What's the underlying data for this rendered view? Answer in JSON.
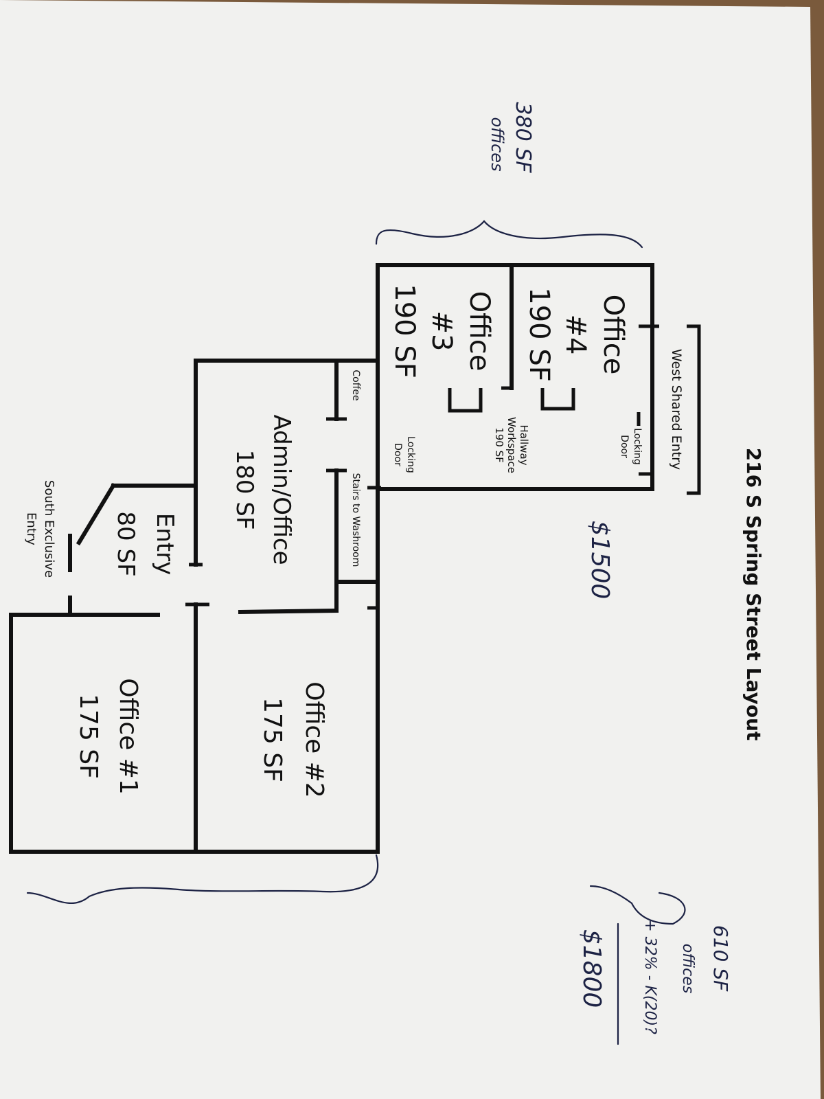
{
  "sheet": {
    "title": "216 S Spring Street Layout"
  },
  "rooms": {
    "office4": {
      "name": "Office",
      "number": "#4",
      "area": "190 SF"
    },
    "office3": {
      "name": "Office",
      "number": "#3",
      "area": "190 SF"
    },
    "admin": {
      "name": "Admin/Office",
      "area": "180 SF"
    },
    "entry": {
      "name": "Entry",
      "area": "80 SF"
    },
    "office2": {
      "name": "Office #2",
      "area": "175 SF"
    },
    "office1": {
      "name": "Office #1",
      "area": "175 SF"
    },
    "hallway": {
      "line1": "Hallway",
      "line2": "Workspace",
      "area": "190 SF"
    }
  },
  "labels": {
    "west_entry": "West Shared Entry",
    "locking": "Locking",
    "door": "Door",
    "coffee": "Coffee",
    "stairs": "Stairs to Washroom",
    "south_line1": "South Exclusive",
    "south_line2": "Entry"
  },
  "notes": {
    "top_area_line1": "380 SF",
    "top_area_line2": "offices",
    "top_price": "$1500",
    "bottom_area_line1": "610 SF",
    "bottom_area_line2": "offices",
    "bottom_extra": "+ 32% - K(20)?",
    "bottom_price": "$1800"
  },
  "colors": {
    "paper": "#f1f1ef",
    "ink": "#111111",
    "pen": "#1c2244",
    "table": "#7a5a3c"
  }
}
